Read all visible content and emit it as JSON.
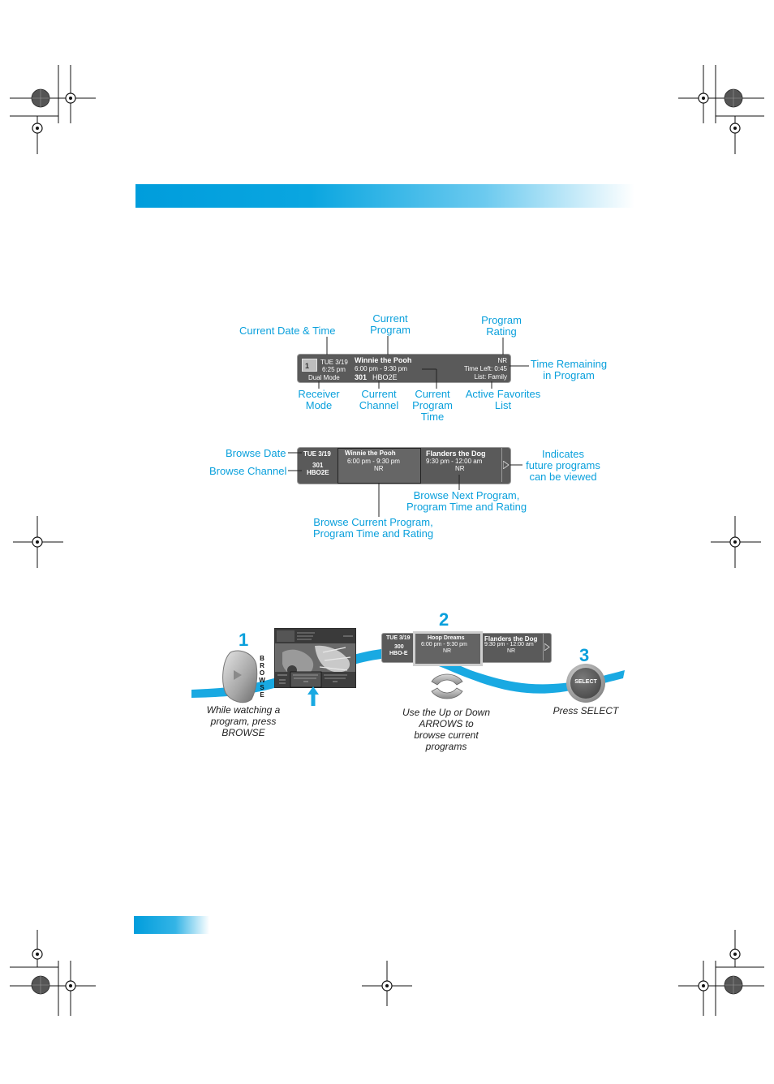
{
  "diagram1": {
    "callouts": {
      "current_date_time": "Current Date & Time",
      "current_program_l1": "Current",
      "current_program_l2": "Program",
      "program_rating_l1": "Program",
      "program_rating_l2": "Rating",
      "time_remaining_l1": "Time Remaining",
      "time_remaining_l2": "in Program",
      "receiver_mode_l1": "Receiver",
      "receiver_mode_l2": "Mode",
      "current_channel_l1": "Current",
      "current_channel_l2": "Channel",
      "program_time_l1": "Current",
      "program_time_l2": "Program",
      "program_time_l3": "Time",
      "favorites_l1": "Active Favorites",
      "favorites_l2": "List"
    },
    "banner": {
      "tv_number": "1",
      "date": "TUE 3/19",
      "time": "6:25 pm",
      "mode": "Dual Mode",
      "program": "Winnie the Pooh",
      "program_time": "6:00 pm - 9:30 pm",
      "channel_number": "301",
      "channel_name": "HBO2E",
      "rating": "NR",
      "time_left": "Time Left: 0:45",
      "list": "List: Family"
    }
  },
  "diagram2": {
    "callouts": {
      "browse_date": "Browse Date",
      "browse_channel": "Browse Channel",
      "indicates_l1": "Indicates",
      "indicates_l2": "future programs",
      "indicates_l3": "can be viewed",
      "next_l1": "Browse Next Program,",
      "next_l2": "Program Time and Rating",
      "current_l1": "Browse Current Program,",
      "current_l2": "Program Time and Rating"
    },
    "banner": {
      "date": "TUE 3/19",
      "channel_number": "301",
      "channel_name": "HBO2E",
      "current_program": "Winnie the Pooh",
      "current_time": "6:00 pm - 9:30 pm",
      "current_rating": "NR",
      "next_program": "Flanders the Dog",
      "next_time": "9:30 pm - 12:00 am",
      "next_rating": "NR"
    }
  },
  "steps": {
    "step1": {
      "number": "1",
      "button_letters": [
        "B",
        "R",
        "O",
        "W",
        "S",
        "E"
      ],
      "caption_l1": "While watching a",
      "caption_l2": "program, press",
      "caption_l3": "BROWSE"
    },
    "step2": {
      "number": "2",
      "banner": {
        "date": "TUE 3/19",
        "channel_number": "300",
        "channel_name": "HBO-E",
        "current_program": "Hoop Dreams",
        "current_time": "6:00 pm - 9:30 pm",
        "current_rating": "NR",
        "next_program": "Flanders the Dog",
        "next_time": "9:30 pm - 12:00 am",
        "next_rating": "NR"
      },
      "caption_l1": "Use the Up or Down",
      "caption_l2": "ARROWS to",
      "caption_l3": "browse current",
      "caption_l4": "programs"
    },
    "step3": {
      "number": "3",
      "button_label": "SELECT",
      "caption": "Press SELECT"
    }
  },
  "colors": {
    "accent": "#0aa0dc",
    "banner_bg": "#5a5a5a",
    "wave": "#19a9e2"
  }
}
